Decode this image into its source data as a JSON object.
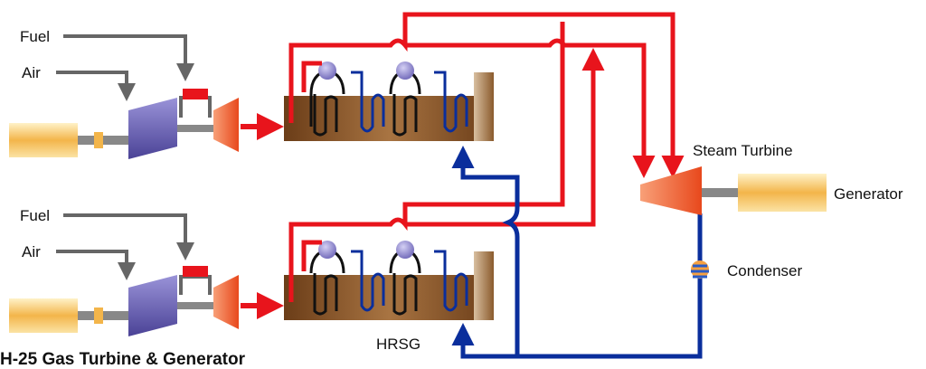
{
  "labels": {
    "fuel_top": "Fuel",
    "air_top": "Air",
    "fuel_bottom": "Fuel",
    "air_bottom": "Air",
    "steam_turbine": "Steam Turbine",
    "generator": "Generator",
    "condenser": "Condenser",
    "hrsg": "HRSG",
    "gas_turbine_caption": "H-25 Gas Turbine & Generator"
  },
  "colors": {
    "steam_line": "#e8141c",
    "water_line": "#0a2e9c",
    "feed_line": "#666666",
    "compressor": "#6e66b8",
    "turbine": "#f26a3c",
    "generator": "#f6c060",
    "hrsg_body": "#8a5a2c",
    "drum": "#8f88d0"
  }
}
